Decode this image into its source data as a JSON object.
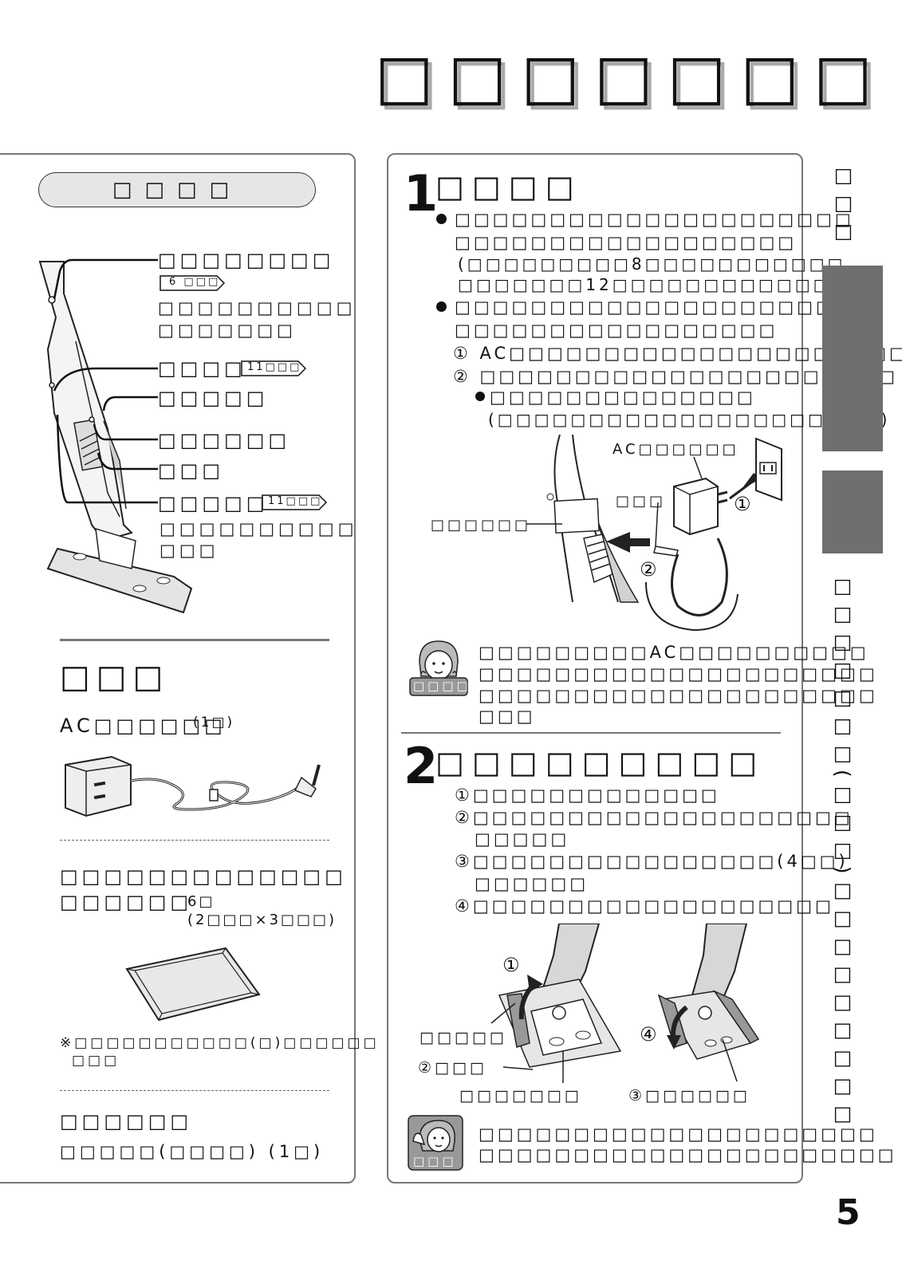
{
  "title": "□□□□□□□",
  "left_panel": {
    "header_pill": "□□□□",
    "parts": [
      {
        "label": "□□□□□□□□",
        "tag": "6 □□□",
        "desc": [
          "□□□□□□□□□□",
          "□□□□□□□"
        ]
      },
      {
        "label": "□□□□",
        "tag": "11□□□"
      },
      {
        "label": "□□□□□"
      },
      {
        "label": "□□□□□□"
      },
      {
        "label": "□□□"
      },
      {
        "label": "□□□□□",
        "tag": "11□□□",
        "desc": [
          "□□□□□□□□□□",
          "□□□"
        ]
      }
    ],
    "accessories_heading": "□□□",
    "adapter_label": "AC□□□□□□",
    "adapter_qty": "(1□)",
    "sheet_line1": "□□□□□□□□□□□□□",
    "sheet_line2": "□□□□□□",
    "sheet_qty": "6□",
    "sheet_qty_detail": "(2□□□×3□□□)",
    "note_line1": "※□□□□□□□□□□□(□)□□□□□□",
    "note_line2": "□□□",
    "doc_heading": "□□□□□□",
    "doc_line": "□□□□□(□□□□) (1□)"
  },
  "step1": {
    "number": "1",
    "title": "□□□□",
    "bullet1": [
      "□□□□□□□□□□□□□□□□□□□□□",
      "□□□□□□□□□□□□□□□□□□",
      "(□□□□□□□□□8□□□□□□□□□□□",
      "□□□□□□□12□□□□□□□□□□□□□□)"
    ],
    "bullet2": [
      "□□□□□□□□□□□□□□□□□□□□□",
      "□□□□□□□□□□□□□□□□□"
    ],
    "sub1": "① AC□□□□□□□□□□□□□□□□□□□□□□",
    "sub2": "② □□□□□□□□□□□□□□□□□□□□□□",
    "sub_bullet": "□□□□□□□□□□□□□□",
    "sub_bullet_paren": "(□□□□□□□□□□□□□□□□□□□□□)",
    "fig_adapter": "AC□□□□□□",
    "fig_plug": "□□□",
    "fig_jack": "□□□□□□",
    "fig_circle1": "①",
    "fig_circle2": "②",
    "tip_badge": "□□□□",
    "tip_lines": [
      "□□□□□□□□□AC□□□□□□□□□□",
      "□□□□□□□□□□□□□□□□□□□□□",
      "□□□□□□□□□□□□□□□□□□□□□",
      "□□□"
    ]
  },
  "step2": {
    "number": "2",
    "title": "□□□□□□□□□",
    "items": [
      "①□□□□□□□□□□□□□",
      "②□□□□□□□□□□□□□□□□□□□□",
      "□□□□□",
      "③□□□□□□□□□□□□□□□□(4□□)",
      "□□□□□□",
      "④□□□□□□□□□□□□□□□□□□□"
    ],
    "fig_c1": "①",
    "fig_c4": "④",
    "fig_lbl1": "□□□□□",
    "fig_lbl2": "②□□□",
    "fig_lbl3": "□□□□□□□",
    "fig_lbl4": "③□□□□□□",
    "note_badge": "□□□",
    "note_lines": [
      "□□□□□□□□□□□□□□□□□□□□□",
      "□□□□□□□□□□□□□□□□□□□□□□"
    ]
  },
  "side": {
    "top": "□□□",
    "bottom": "□□□□□□□(□□□)□□□□□□□□□"
  },
  "page_number": "5"
}
